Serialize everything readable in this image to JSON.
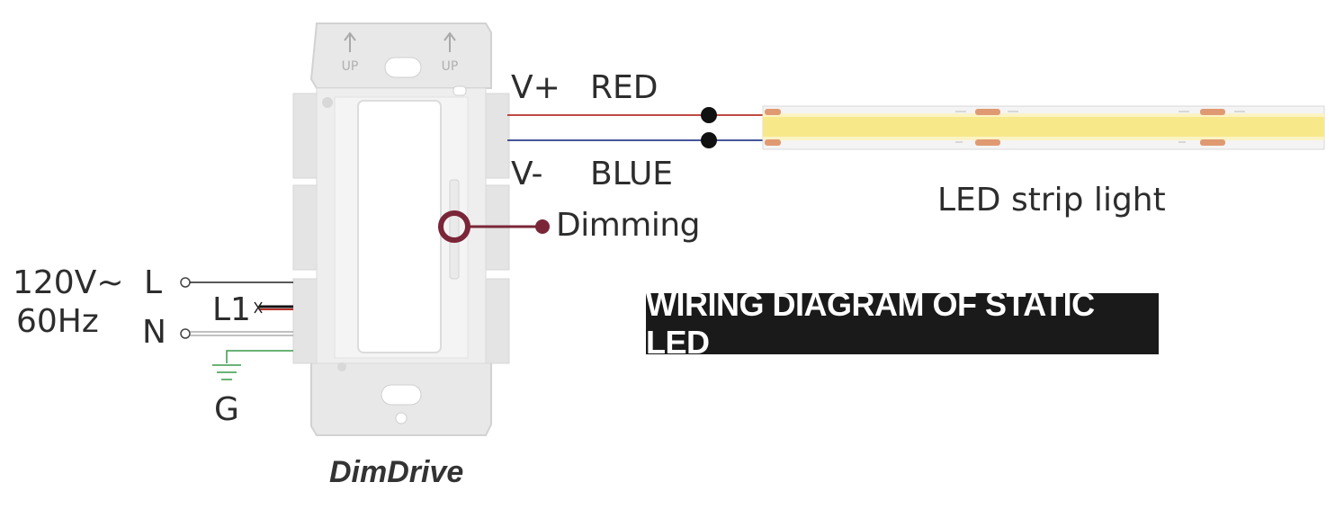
{
  "labels": {
    "vplus": "V+",
    "red": "RED",
    "vminus": "V-",
    "blue": "BLUE",
    "dimming": "Dimming",
    "led_strip": "LED strip light",
    "voltage": "120V~",
    "frequency": "60Hz",
    "line": "L",
    "neutral": "N",
    "load": "L1",
    "ground": "G",
    "up_left": "UP",
    "up_right": "UP"
  },
  "banner": {
    "title": "WIRING DIAGRAM OF STATIC LED"
  },
  "brand": {
    "name": "DimDrive"
  },
  "colors": {
    "wire_red": "#b8302a",
    "wire_blue": "#2d3e8c",
    "dimming_marker": "#7a2638",
    "led_yellow": "#f7e98a",
    "led_pad": "#e09a72",
    "ground_green": "#3a9a4a",
    "banner_bg": "#1a1a1a"
  }
}
